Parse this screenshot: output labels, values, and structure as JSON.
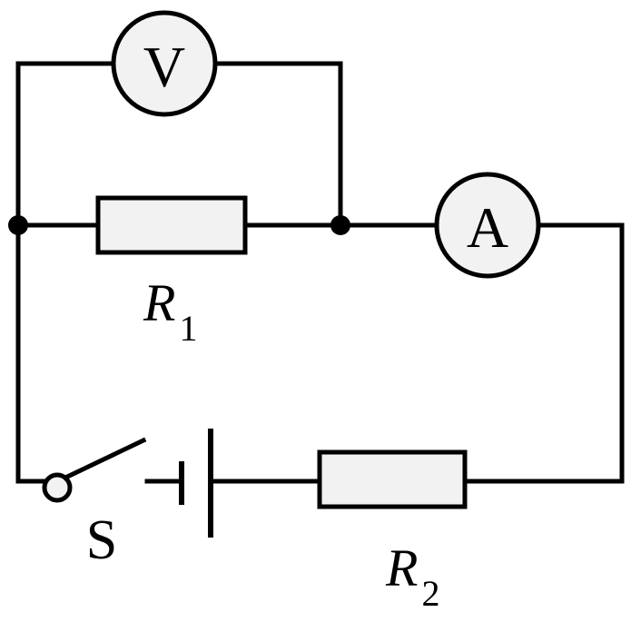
{
  "circuit": {
    "voltmeter": {
      "symbol": "V"
    },
    "ammeter": {
      "symbol": "A"
    },
    "resistor_1": {
      "name": "R",
      "subscript": "1"
    },
    "resistor_2": {
      "name": "R",
      "subscript": "2"
    },
    "switch": {
      "label": "S"
    }
  }
}
